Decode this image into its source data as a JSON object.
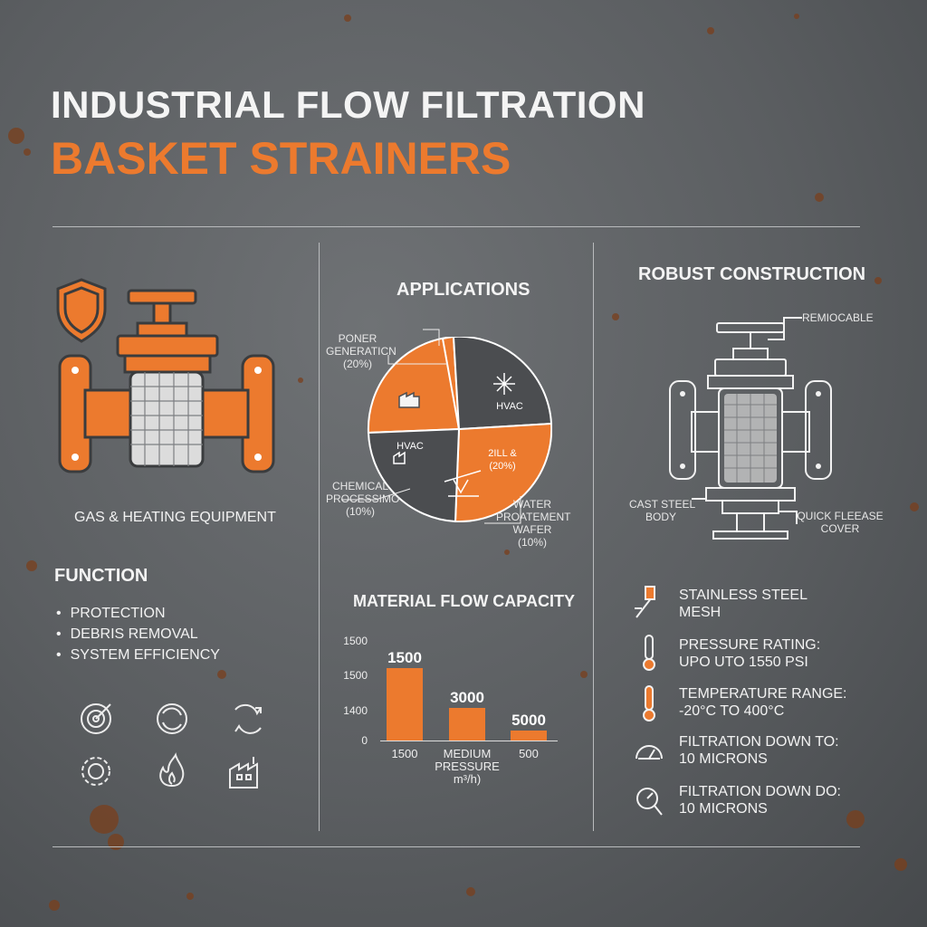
{
  "header": {
    "title_line1": "INDUSTRIAL FLOW FILTRATION",
    "title_line2": "BASKET STRAINERS"
  },
  "left": {
    "equipment_label": "GAS & HEATING EQUIPMENT",
    "function_heading": "FUNCTION",
    "function_items": [
      "PROTECTION",
      "DEBRIS REMOVAL",
      "SYSTEM EFFICIENCY"
    ],
    "icons": [
      "target-icon",
      "cycle-icon",
      "recycle-icon",
      "gear-icon",
      "flame-icon",
      "factory-icon"
    ]
  },
  "middle": {
    "applications_heading": "APPLICATIONS",
    "pie_labels": {
      "power_name": "PONER",
      "power_name2": "GENERATICN",
      "power_pct": "(20%)",
      "hvac_top": "HVAC",
      "hvac_left": "HVAC",
      "oil_name": "2ILL &",
      "oil_pct": "(20%)",
      "chem_name": "CHEMICAL",
      "chem_name2": "PROCESSIMO",
      "chem_pct": "(10%)",
      "water_name": "WATER",
      "water_name2": "PROATEMENT",
      "water_name3": "WAFER",
      "water_pct": "(10%)"
    },
    "flow_heading": "MATERIAL FLOW CAPACITY"
  },
  "chart_data": {
    "type": "bar",
    "title": "MATERIAL FLOW CAPACITY",
    "y_tick_labels": [
      "1500",
      "1500",
      "1400",
      "0"
    ],
    "categories": [
      "1500",
      "MEDIUM PRESSURE m³/h)",
      "500"
    ],
    "category_lines": [
      [
        "1500"
      ],
      [
        "MEDIUM",
        "PRESSURE",
        "m³/h)"
      ],
      [
        "500"
      ]
    ],
    "value_labels": [
      "1500",
      "3000",
      "5000"
    ],
    "values": [
      1500,
      3000,
      5000
    ],
    "relative_heights": [
      1.0,
      0.45,
      0.14
    ],
    "color": "#ec7a2e"
  },
  "right": {
    "construction_heading": "ROBUST CONSTRUCTION",
    "callouts": {
      "removable": "REMIOCABLE",
      "body_line1": "CAST STEEL",
      "body_line2": "BODY",
      "cover_line1": "QUICK FLEEASE",
      "cover_line2": "COVER"
    },
    "specs": [
      {
        "icon": "mesh-icon",
        "line1": "STAINLESS STEEL",
        "line2": "MESH"
      },
      {
        "icon": "thermometer-icon",
        "line1": "PRESSURE RATING:",
        "line2": "UPO UTO 1550 PSI"
      },
      {
        "icon": "thermometer-hot-icon",
        "line1": "TEMPERATURE RANGE:",
        "line2": "-20°C TO 400°C"
      },
      {
        "icon": "gauge-icon",
        "line1": "FILTRATION DOWN TO:",
        "line2": "10 MICRONS"
      },
      {
        "icon": "gauge-search-icon",
        "line1": "FILTRATION DOWN DO:",
        "line2": "10 MICRONS"
      }
    ]
  },
  "colors": {
    "accent": "#ec7a2e",
    "pie_gray": "#4b4d50",
    "line": "#ffffff"
  }
}
